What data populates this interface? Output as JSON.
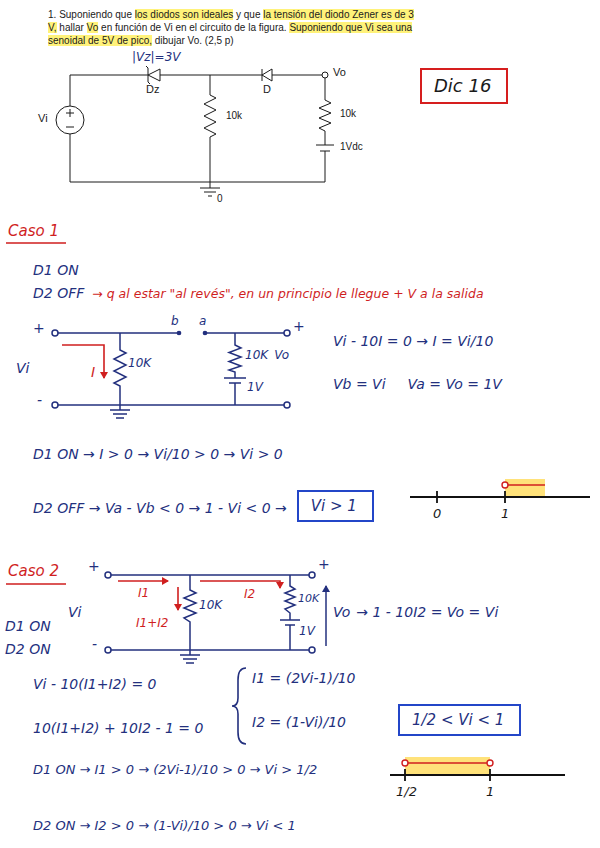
{
  "diagram": {
    "nodes": [
      {
        "text": [
          "Dic 16"
        ]
      },
      {
        "text": [
          "Vi > 1"
        ]
      },
      {
        "text": [
          "1/2 < Vi < 1"
        ]
      }
    ],
    "labels": [
      "1.",
      "Suponiendo que",
      "los diodos son ideales",
      "y que",
      "la tensión del diodo Zener es de 3 V,",
      "hallar",
      "Vo",
      "en función de Vi en el circuito de la figura.",
      "Suponiendo que Vi sea una senoidal de 5V de pico,",
      "dibujar Vo. (2,5 p)",
      "|Vz|=3V",
      "Dz",
      "D",
      "Vi",
      "10k",
      "Vo",
      "10k",
      "1Vdc",
      "0",
      "Caso 1",
      "D1 ON",
      "D2 OFF",
      "→ q al estar \"al revés\", en un principio le llegue + V a la salida",
      "+",
      "Vi",
      "-",
      "I",
      "10K",
      "b",
      "a",
      "+",
      "10K",
      "Vo",
      "1V",
      "Vi - 10I = 0 → I = Vi/10",
      "Vb = Vi",
      "Va = Vo = 1V",
      "D1 ON → I > 0 → Vi/10 > 0 → Vi > 0",
      "D2 OFF → Va - Vb < 0 → 1 - Vi < 0 →",
      "0",
      "1",
      "Caso 2",
      "D1 ON",
      "D2 ON",
      "+",
      "Vi",
      "-",
      "I1",
      "I1+I2",
      "10K",
      "I2",
      "10K",
      "1V",
      "+",
      "Vo",
      "→ 1 - 10I2 = Vo = Vi",
      "Vi - 10(I1+I2) = 0",
      "10(I1+I2) + 10I2 - 1 = 0",
      "I1 = (2Vi-1)/10",
      "I2 = (1-Vi)/10",
      "1/2",
      "1",
      "D1 ON → I1 > 0 → (2Vi-1)/10 > 0 → Vi > 1/2",
      "D2 ON → I2 > 0 → (1-Vi)/10 > 0 → Vi < 1"
    ]
  }
}
